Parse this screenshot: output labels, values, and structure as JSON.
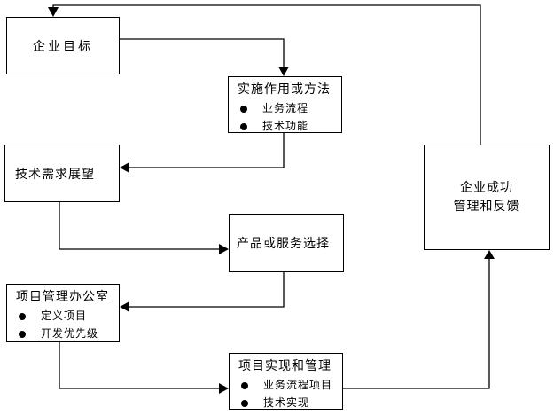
{
  "diagram": {
    "nodes": {
      "goal": {
        "label": "企业目标"
      },
      "method": {
        "label": "实施作用或方法",
        "bullets": [
          "业务流程",
          "技术功能"
        ]
      },
      "tech": {
        "label": "技术需求展望"
      },
      "product": {
        "label": "产品或服务选择"
      },
      "pmo": {
        "label": "项目管理办公室",
        "bullets": [
          "定义项目",
          "开发优先级"
        ]
      },
      "impl": {
        "label": "项目实现和管理",
        "bullets": [
          "业务流程项目",
          "技术实现"
        ]
      },
      "success": {
        "label_line1": "企业成功",
        "label_line2": "管理和反馈"
      }
    },
    "colors": {
      "line": "#000000",
      "box_border": "#000000",
      "box_fill": "#ffffff",
      "background": "#ffffff"
    }
  }
}
